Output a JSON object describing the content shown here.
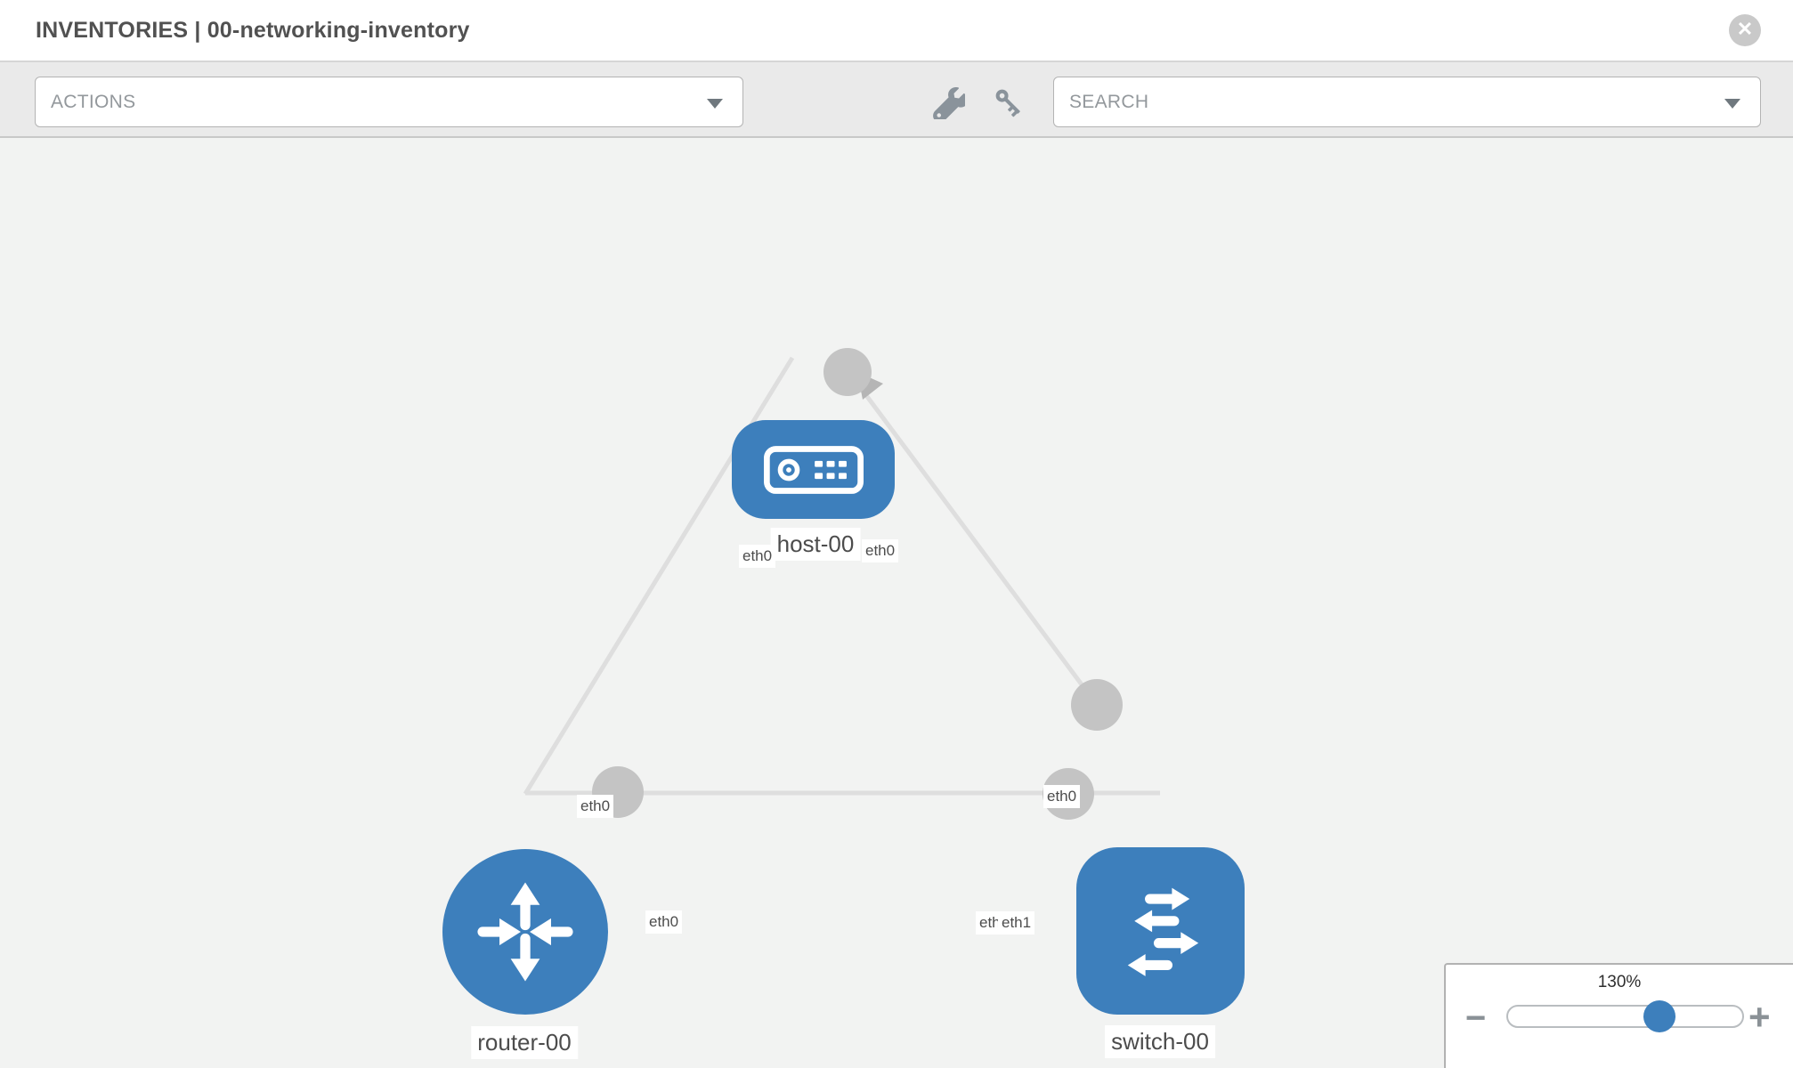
{
  "header": {
    "title": "INVENTORIES | 00-networking-inventory",
    "close_symbol": "✕"
  },
  "toolbar": {
    "actions_label": "ACTIONS",
    "search_placeholder": "SEARCH"
  },
  "topology": {
    "nodes": [
      {
        "type": "host",
        "label": "host-00"
      },
      {
        "type": "router",
        "label": "router-00"
      },
      {
        "type": "switch",
        "label": "switch-00"
      }
    ],
    "links": [
      {
        "from": "host-00",
        "to": "router-00",
        "from_iface": "eth0",
        "to_iface": "eth0"
      },
      {
        "from": "host-00",
        "to": "switch-00",
        "from_iface": "eth0",
        "to_iface": "eth0"
      },
      {
        "from": "router-00",
        "to": "switch-00",
        "from_iface": "eth0",
        "to_iface": "eth1"
      }
    ],
    "iface_labels": [
      {
        "id": "host-end-of-router-link",
        "text": "eth0"
      },
      {
        "id": "host-end-of-switch-link",
        "text": "eth0"
      },
      {
        "id": "router-end-of-host-link",
        "text": "eth0"
      },
      {
        "id": "switch-end-of-host-link",
        "text": "eth0"
      },
      {
        "id": "router-end-of-switch-link",
        "text": "eth0"
      },
      {
        "id": "switch-end-overlapped-label",
        "text": "eth0"
      },
      {
        "id": "switch-end-of-router-link",
        "text": "eth1"
      }
    ]
  },
  "zoom": {
    "level": "130%",
    "out_symbol": "−",
    "in_symbol": "+"
  },
  "colors": {
    "node_blue": "#3d7fbc",
    "port_gray": "#c4c4c4",
    "link_gray": "#dedede",
    "toolbar_gray": "#eaeaea",
    "icon_gray": "#8a939b"
  }
}
